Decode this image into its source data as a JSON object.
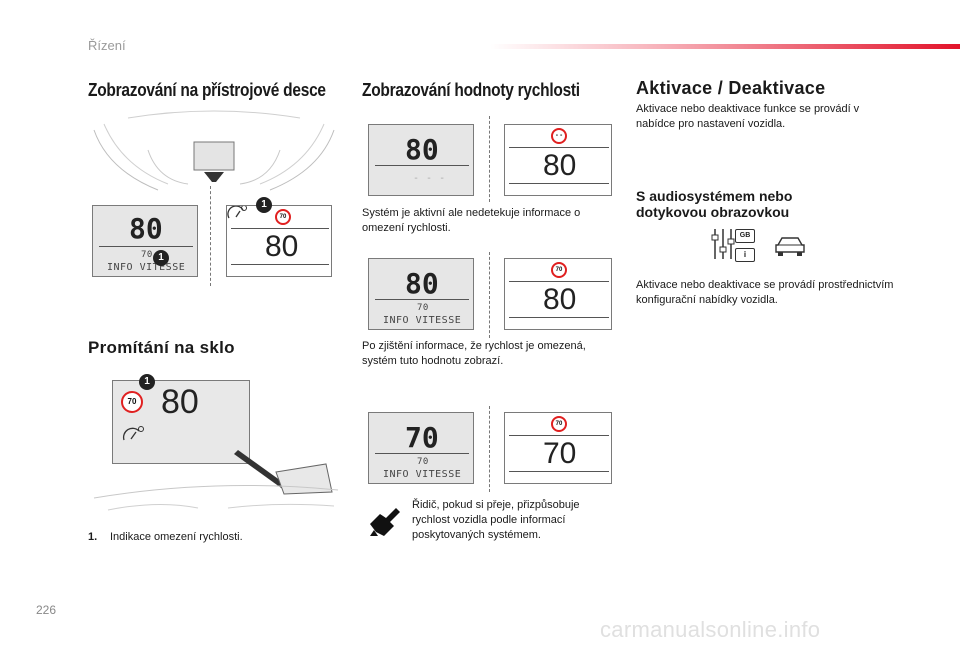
{
  "header": {
    "breadcrumb": "Řízení"
  },
  "col1": {
    "title": "Zobrazování na přístrojové desce",
    "instrument": {
      "left_speed": "80",
      "left_limit": "70",
      "left_label": "INFO VITESSE",
      "right_sign": "70",
      "right_speed": "80",
      "marker1": "1",
      "marker2": "1"
    },
    "hud_title": "Promítání na sklo",
    "hud": {
      "sign": "70",
      "speed": "80",
      "marker": "1"
    },
    "footnote_num": "1.",
    "footnote_text": "Indikace omezení rychlosti."
  },
  "col2": {
    "title": "Zobrazování hodnoty rychlosti",
    "state1": {
      "left_speed": "80",
      "left_sub": "- - -",
      "right_sign": "- -",
      "right_speed": "80",
      "text": "Systém je aktivní ale nedetekuje informace o omezení rychlosti."
    },
    "state2": {
      "left_speed": "80",
      "left_limit": "70",
      "left_label": "INFO VITESSE",
      "right_sign": "70",
      "right_speed": "80",
      "text": "Po zjištění informace, že rychlost je omezená, systém tuto hodnotu zobrazí."
    },
    "state3": {
      "left_speed": "70",
      "left_limit": "70",
      "left_label": "INFO VITESSE",
      "right_sign": "70",
      "right_speed": "70",
      "text": "Řidič, pokud si přeje, přizpůsobuje rychlost vozidla podle informací poskytovaných systémem."
    }
  },
  "col3": {
    "title": "Aktivace / Deaktivace",
    "intro": "Aktivace nebo deaktivace funkce se provádí v nabídce pro nastavení vozidla.",
    "subtitle": "S audiosystémem nebo dotykovou obrazovkou",
    "icon_label_gb": "GB",
    "icon_label_i": "i",
    "body": "Aktivace nebo deaktivace se provádí prostřednictvím konfigurační nabídky vozidla."
  },
  "footer": {
    "page_number": "226",
    "watermark": "carmanualsonline.info"
  }
}
